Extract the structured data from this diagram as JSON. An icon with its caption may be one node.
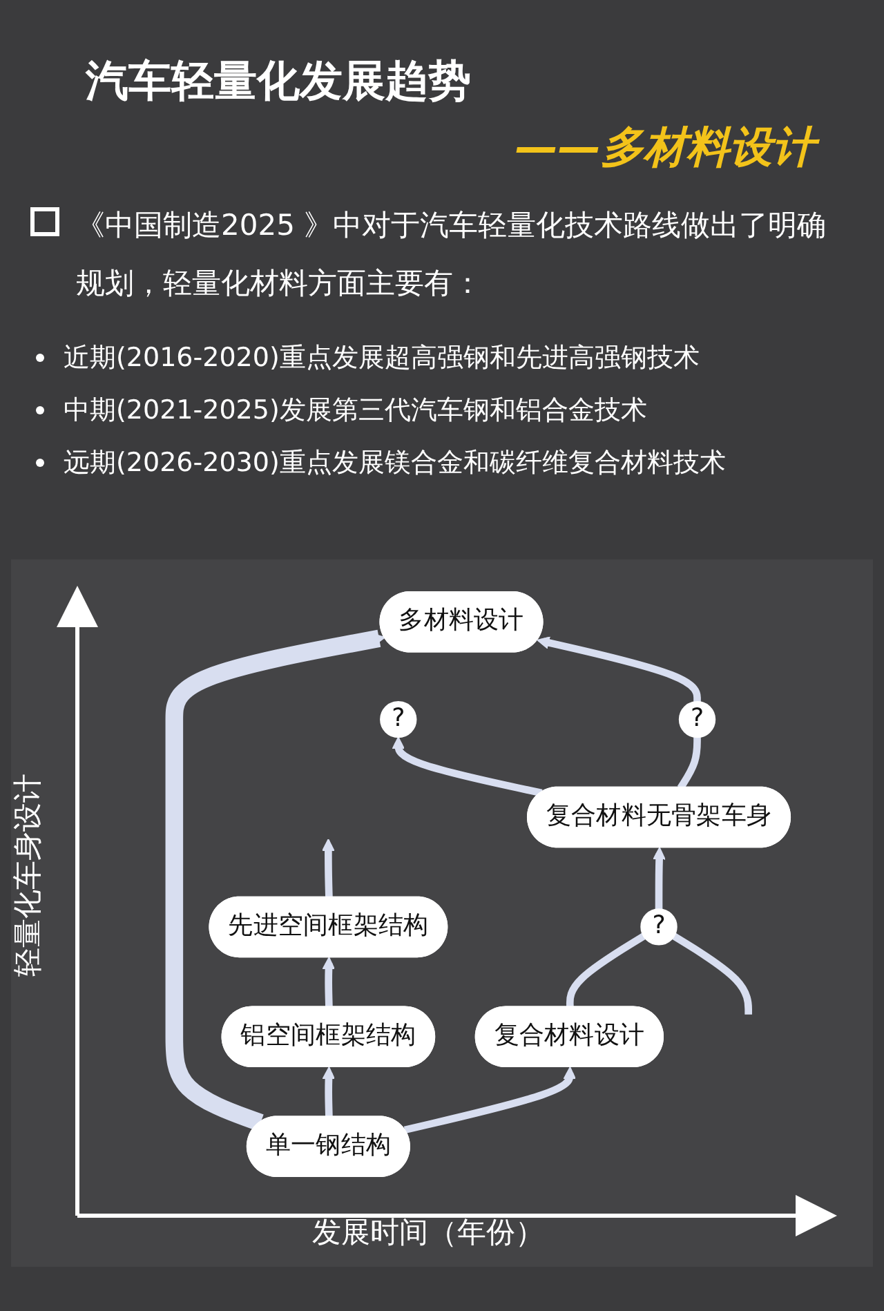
{
  "diagram": {
    "title": "汽车轻量化发展趋势",
    "nodes": [
      {
        "text": [
          "单一钢结构"
        ]
      },
      {
        "text": [
          "铝空间框架结构"
        ]
      },
      {
        "text": [
          "先进空间框架结构"
        ]
      },
      {
        "text": [
          "复合材料设计"
        ]
      },
      {
        "text": [
          "?"
        ]
      },
      {
        "text": [
          "复合材料无骨架车身"
        ]
      },
      {
        "text": [
          "?"
        ]
      },
      {
        "text": [
          "多材料设计"
        ]
      },
      {
        "text": [
          "?"
        ]
      }
    ],
    "edges": [
      {
        "from": 0,
        "to": 1,
        "arrow": "to"
      },
      {
        "from": 1,
        "to": 2,
        "arrow": "to"
      },
      {
        "from": 2,
        "to": null,
        "arrow": "to"
      },
      {
        "from": 0,
        "to": 7,
        "arrow": "to",
        "style": "thick"
      },
      {
        "from": 0,
        "to": 3,
        "arrow": "to"
      },
      {
        "from": 3,
        "to": 4,
        "arrow": "none"
      },
      {
        "from": 4,
        "to": 5,
        "arrow": "to"
      },
      {
        "from": 5,
        "to": 6,
        "arrow": "none"
      },
      {
        "from": 6,
        "to": 7,
        "arrow": "to"
      },
      {
        "from": 5,
        "to": 8,
        "arrow": "to"
      },
      {
        "from": null,
        "to": 4,
        "arrow": "none"
      }
    ],
    "labels": [
      "——多材料设计",
      "《中国制造2025 》中对于汽车轻量化技术路线做出了明确规划，轻量化材料方面主要有：",
      "近期(2016-2020)重点发展超高强钢和先进高强钢技术",
      "中期(2021-2025)发展第三代汽车钢和铝合金技术",
      "远期(2026-2030)重点发展镁合金和碳纤维复合材料技术",
      "轻量化车身设计",
      "发展时间（年份）"
    ]
  }
}
